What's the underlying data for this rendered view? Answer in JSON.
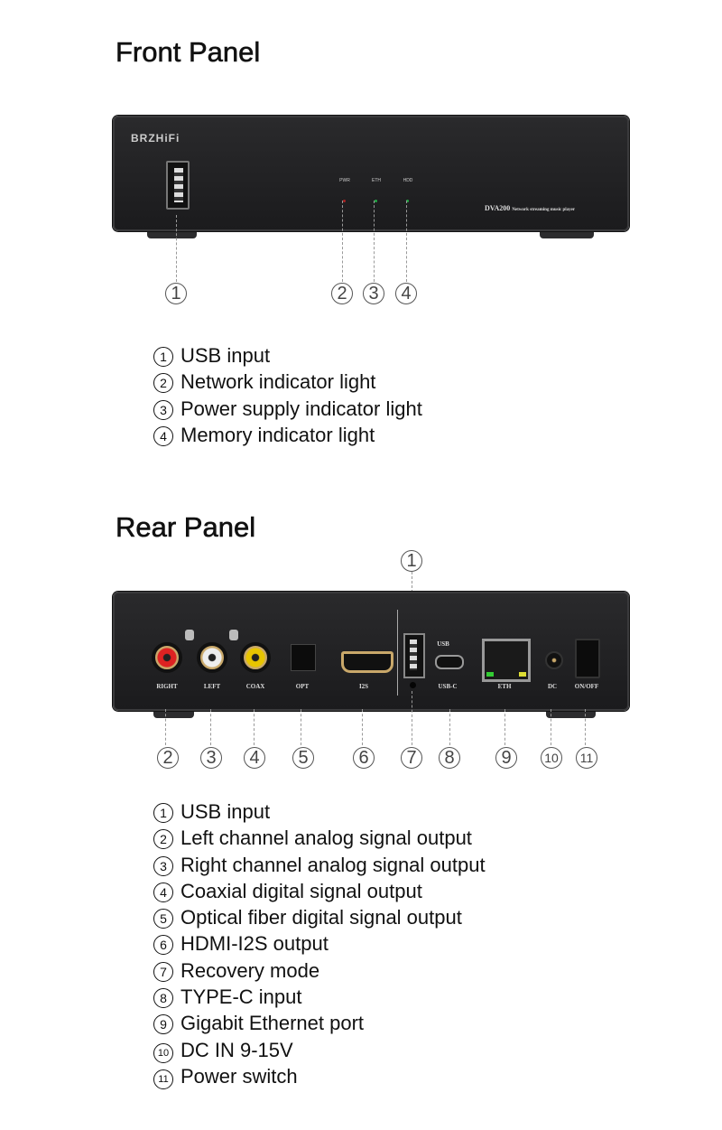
{
  "front": {
    "title": "Front Panel",
    "brand": "BRZHiFi",
    "model": "DVA200",
    "model_desc": "Network streaming music player",
    "indicators": [
      "PWR",
      "ETH",
      "HDD"
    ],
    "callouts": [
      "①",
      "②",
      "③",
      "④"
    ],
    "legend": [
      {
        "n": "1",
        "text": "USB input"
      },
      {
        "n": "2",
        "text": "Network indicator light"
      },
      {
        "n": "3",
        "text": "Power supply indicator light"
      },
      {
        "n": "4",
        "text": "Memory indicator light"
      }
    ]
  },
  "rear": {
    "title": "Rear Panel",
    "port_labels": [
      "RIGHT",
      "LEFT",
      "COAX",
      "OPT",
      "I2S",
      "USB",
      "USB-C",
      "ETH",
      "DC",
      "ON/OFF"
    ],
    "callouts": [
      "1",
      "2",
      "3",
      "4",
      "5",
      "6",
      "7",
      "8",
      "9",
      "10",
      "11"
    ],
    "legend": [
      {
        "n": "1",
        "text": "USB input"
      },
      {
        "n": "2",
        "text": "Left channel analog signal output"
      },
      {
        "n": "3",
        "text": "Right channel analog signal output"
      },
      {
        "n": "4",
        "text": "Coaxial digital signal output"
      },
      {
        "n": "5",
        "text": "Optical fiber digital signal output"
      },
      {
        "n": "6",
        "text": "HDMI-I2S output"
      },
      {
        "n": "7",
        "text": "Recovery mode"
      },
      {
        "n": "8",
        "text": "TYPE-C input"
      },
      {
        "n": "9",
        "text": "Gigabit Ethernet port"
      },
      {
        "n": "10",
        "text": "DC IN 9-15V"
      },
      {
        "n": "11",
        "text": "Power switch"
      }
    ]
  }
}
